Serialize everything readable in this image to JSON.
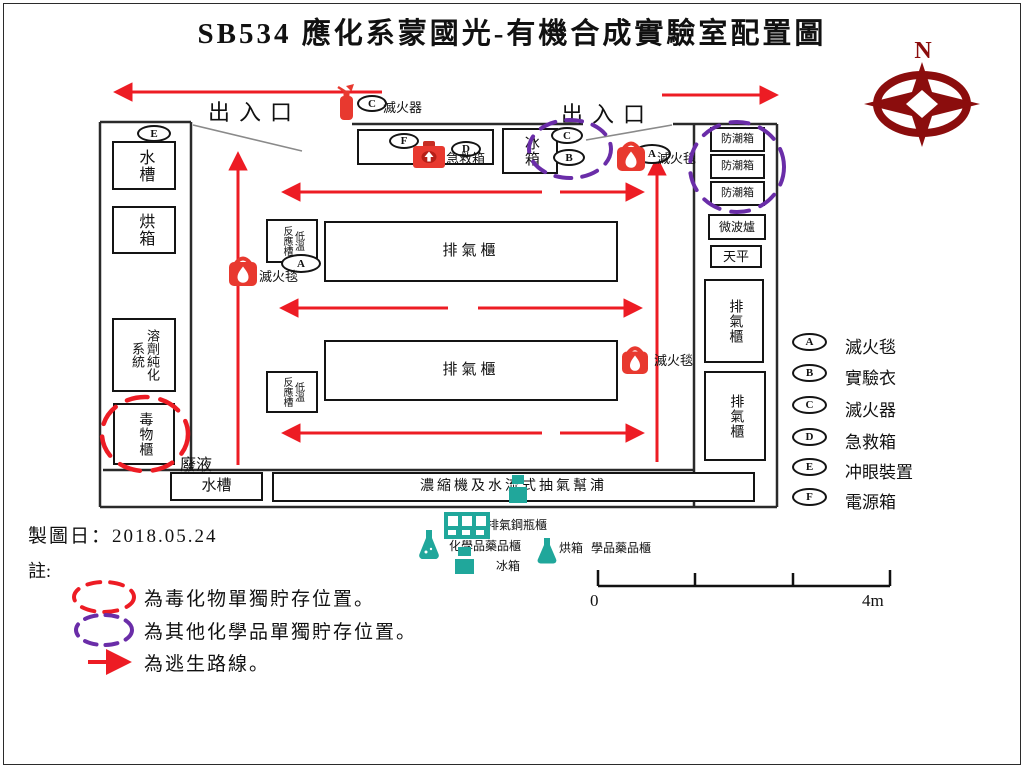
{
  "title": "SB534 應化系蒙國光-有機合成實驗室配置圖",
  "compass": {
    "north": "N"
  },
  "exits": {
    "left": "出入口",
    "right": "出入口"
  },
  "safety": {
    "extinguisher_badge": "C",
    "extinguisher_label": "滅火器",
    "firstaid_badge": "D",
    "firstaid_label": "急救箱",
    "blanket_badge": "A",
    "blanket_label": "滅火毯",
    "power_badge": "F",
    "coat_badge": "B",
    "eyewash_badge": "E"
  },
  "rooms": {
    "sink": "水槽",
    "oven": "烘箱",
    "solvent_line1": "溶劑純化",
    "solvent_line2": "系統",
    "poison": "毒物櫃",
    "fridge_label": "冰箱",
    "dry_box": "防潮箱",
    "microwave": "微波爐",
    "balance": "天平",
    "fume_hood": "排氣櫃",
    "lowtemp_line1": "低溫",
    "lowtemp_line2": "反應槽",
    "waste": "廢液",
    "bottom_sink": "水槽",
    "pump": "濃縮機及水流式抽氣幫浦"
  },
  "legend": {
    "items": [
      {
        "badge": "A",
        "label": "滅火毯"
      },
      {
        "badge": "B",
        "label": "實驗衣"
      },
      {
        "badge": "C",
        "label": "滅火器"
      },
      {
        "badge": "D",
        "label": "急救箱"
      },
      {
        "badge": "E",
        "label": "冲眼裝置"
      },
      {
        "badge": "F",
        "label": "電源箱"
      }
    ]
  },
  "notes": {
    "date": "製圖日：2018.05.24",
    "note_label": "註:",
    "toxic": "為毒化物單獨貯存位置。",
    "other_chem": "為其他化學品單獨貯存位置。",
    "escape": "為逃生路線。"
  },
  "scale": {
    "start": "0",
    "end": "4m"
  },
  "cluster": {
    "gas_cabinet": "排氣鋼瓶櫃",
    "chem_cabinet": "化學品藥品櫃",
    "oven": "烘箱",
    "chem_cabinet2": "學品藥品櫃",
    "fridge": "冰箱"
  },
  "colors": {
    "escape_route_red": "#ed1c24",
    "safety_icon_red": "#e8392f",
    "chem_storage_purple": "#6a2da8",
    "equipment_teal": "#20a79b",
    "compass_dark_red": "#8b0d0d"
  }
}
